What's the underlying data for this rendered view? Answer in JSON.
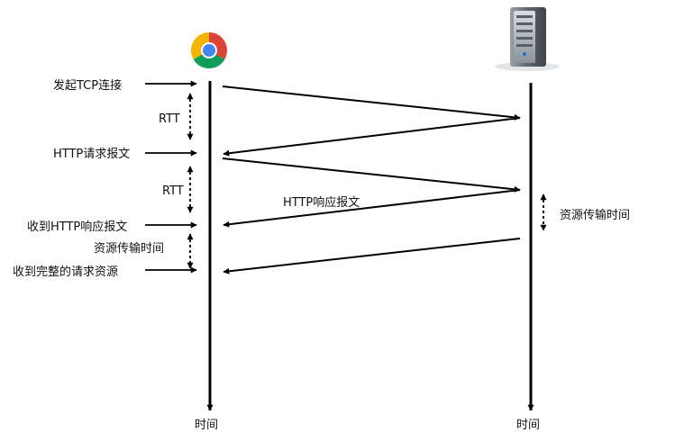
{
  "client": {
    "icon": "chrome-browser-icon",
    "axis_label": "时间"
  },
  "server": {
    "icon": "server-tower-icon",
    "axis_label": "时间"
  },
  "client_labels": {
    "tcp_connect": "发起TCP连接",
    "rtt_1": "RTT",
    "http_request": "HTTP请求报文",
    "rtt_2": "RTT",
    "http_response_received": "收到HTTP响应报文",
    "transfer_time": "资源传输时间",
    "full_resource_received": "收到完整的请求资源"
  },
  "message_labels": {
    "http_response": "HTTP响应报文"
  },
  "server_labels": {
    "transfer_time": "资源传输时间"
  },
  "colors": {
    "line": "#000000",
    "chrome_red": "#db4437",
    "chrome_green": "#0f9d58",
    "chrome_yellow": "#f4b400",
    "chrome_blue": "#4285f4",
    "server_body": "#6f7780"
  }
}
